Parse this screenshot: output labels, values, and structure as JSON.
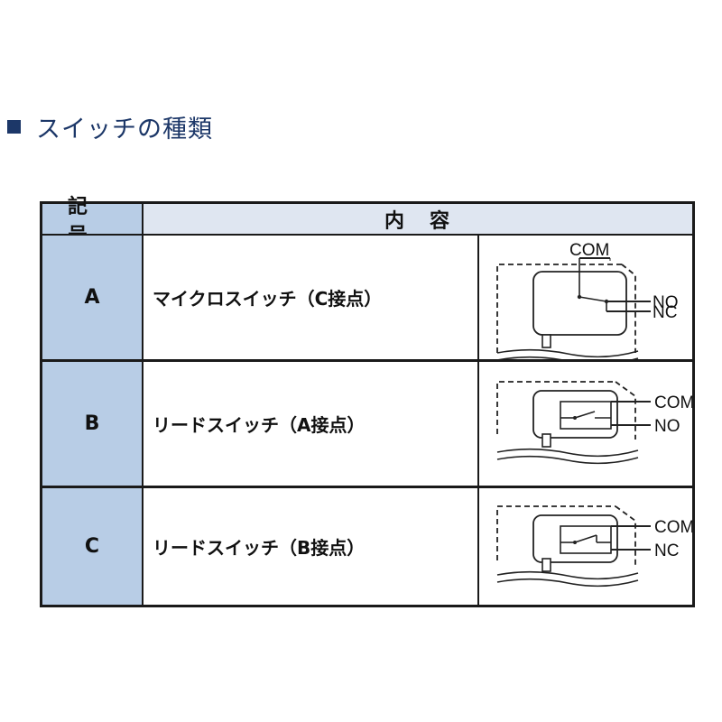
{
  "heading": {
    "marker_color": "#1c3768",
    "title": "スイッチの種類"
  },
  "table": {
    "header": {
      "code": "記号",
      "content": "内容"
    },
    "rows": [
      {
        "code": "A",
        "name": "マイクロスイッチ（C接点）",
        "terminals": [
          "COM",
          "NO",
          "NC"
        ]
      },
      {
        "code": "B",
        "name": "リードスイッチ（A接点）",
        "terminals": [
          "COM",
          "NO"
        ]
      },
      {
        "code": "C",
        "name": "リードスイッチ（B接点）",
        "terminals": [
          "COM",
          "NC"
        ]
      }
    ],
    "colors": {
      "code_column": "#b8cde6",
      "header_content": "#dfe6f1",
      "border": "#1a1a1a"
    }
  }
}
